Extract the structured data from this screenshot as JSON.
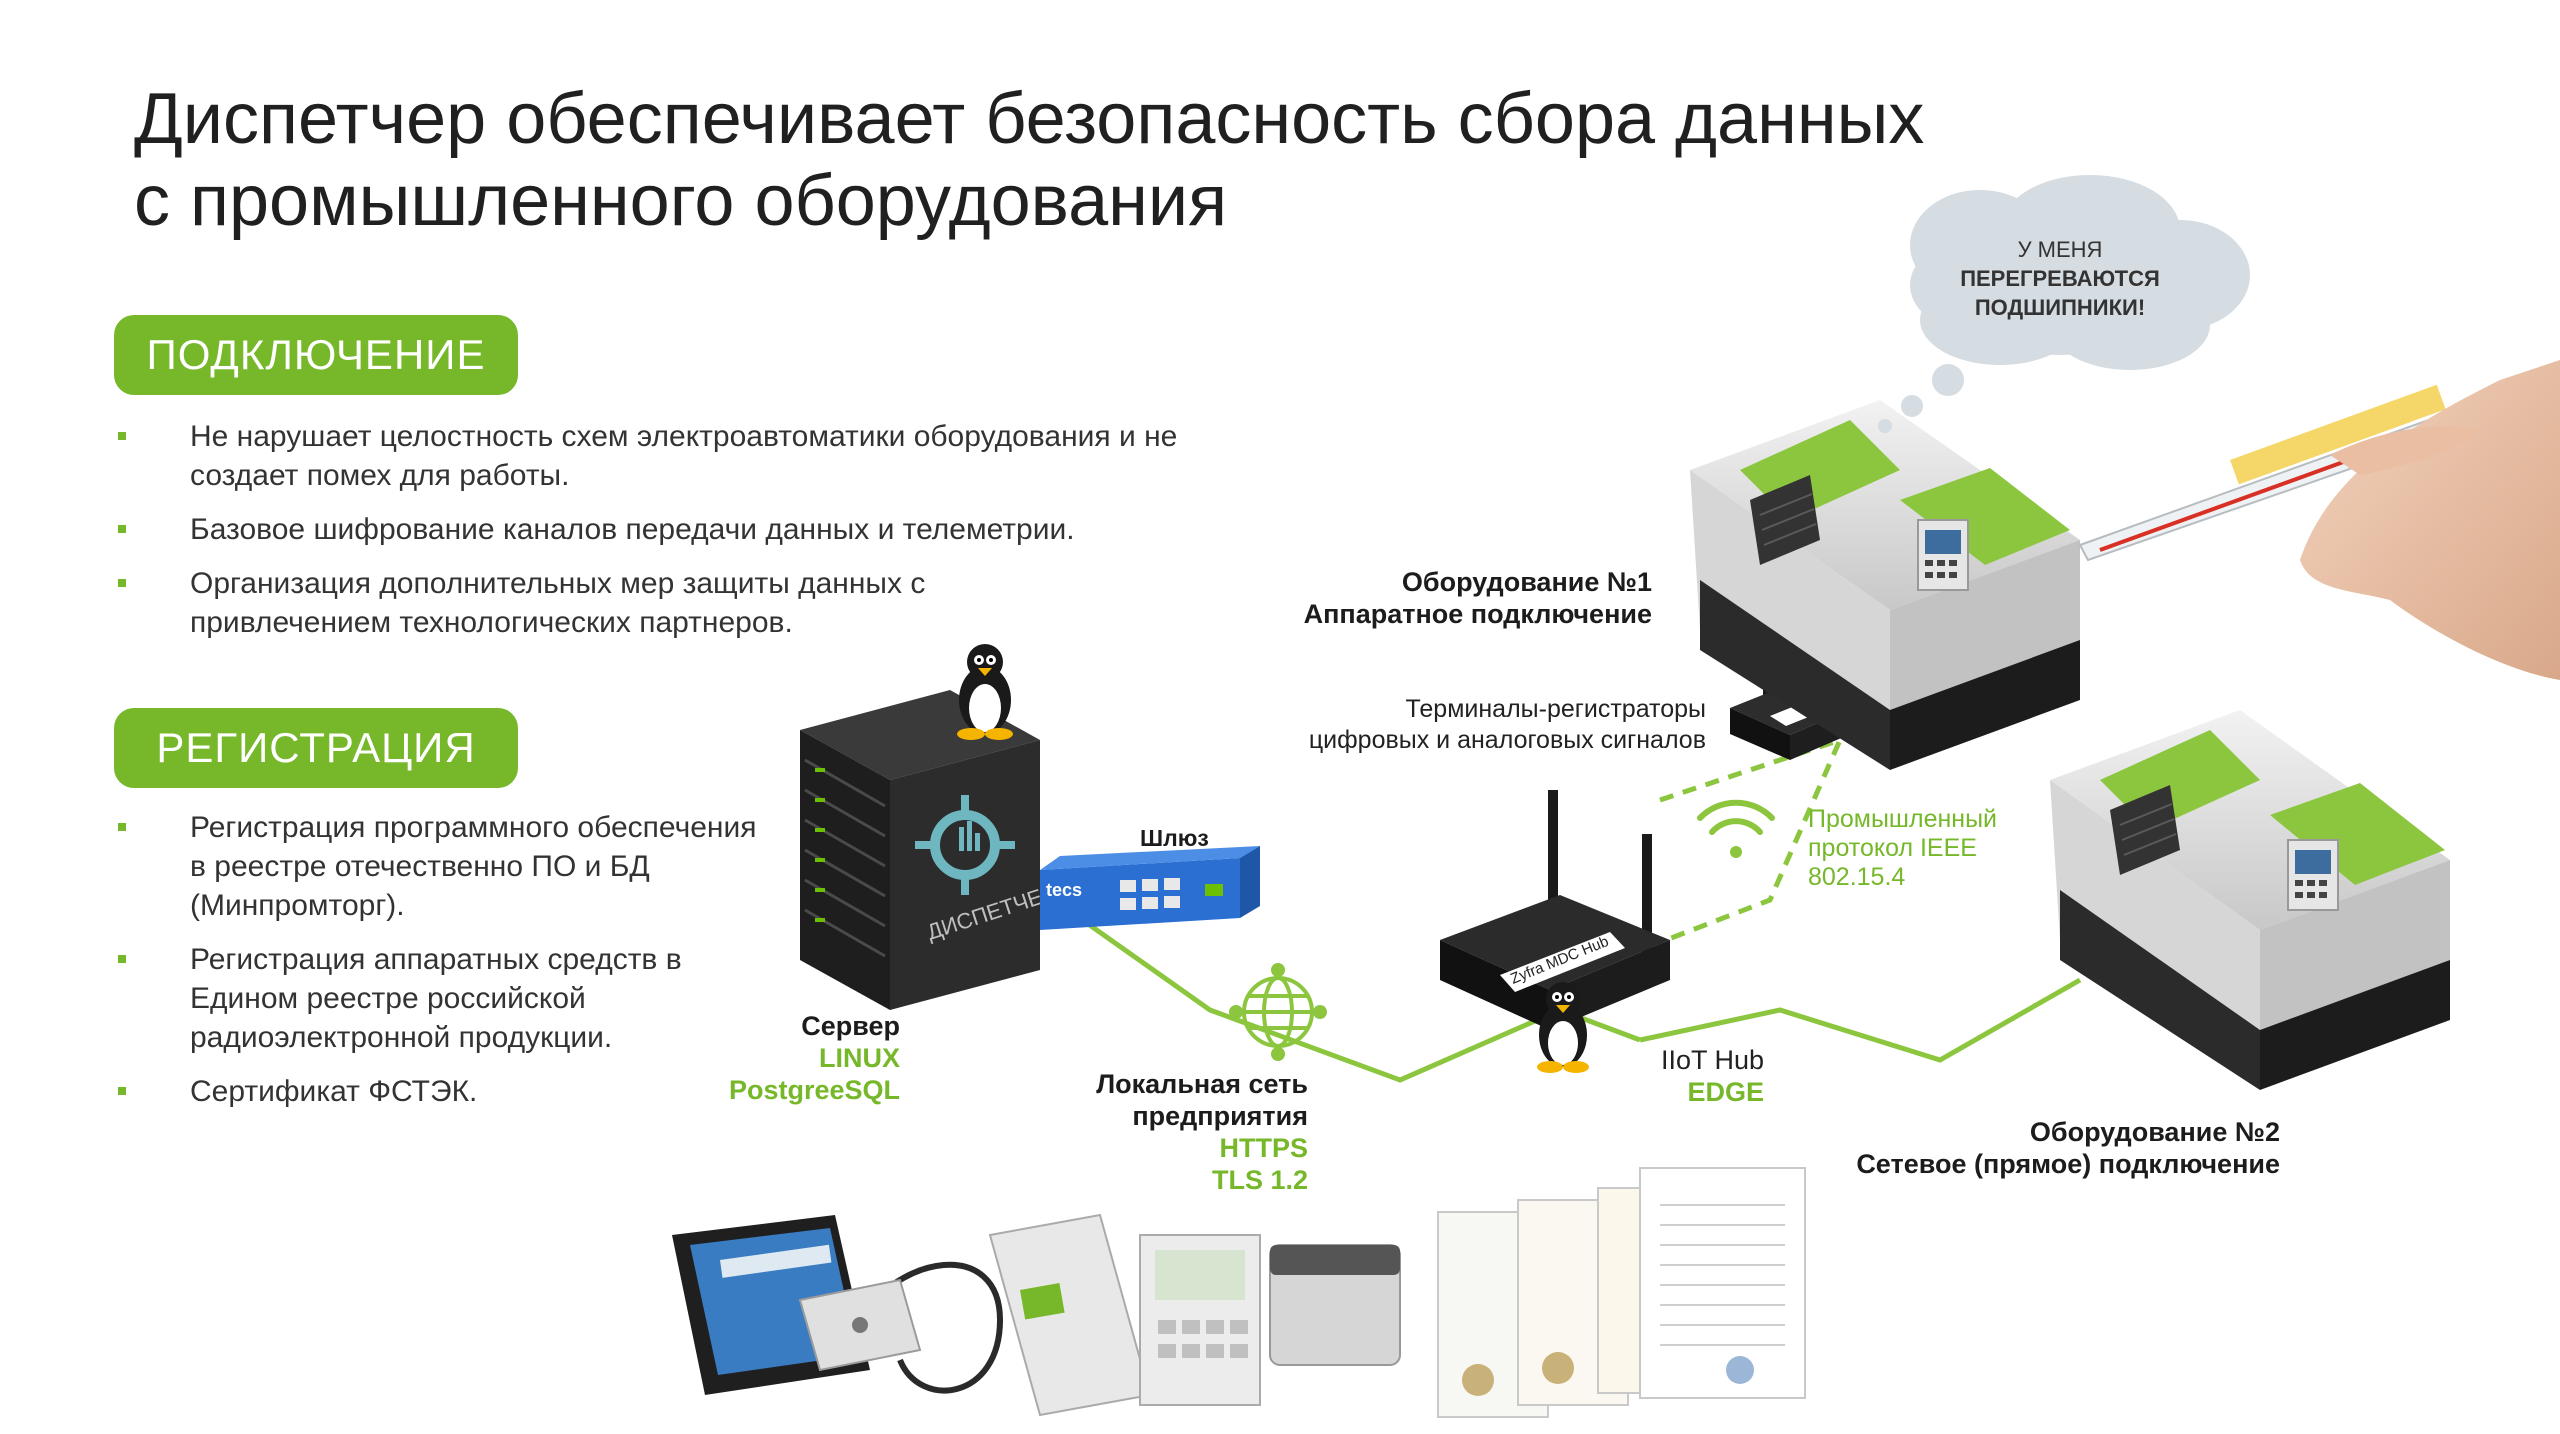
{
  "title": {
    "line1": "Диспетчер обеспечивает безопасность сбора данных",
    "line2": "с промышленного оборудования"
  },
  "sections": {
    "connection": {
      "label": "ПОДКЛЮЧЕНИЕ",
      "bullets": [
        "Не нарушает целостность схем электроавтоматики оборудования и не создает помех для работы.",
        "Базовое шифрование каналов передачи данных и телеметрии.",
        "Организация дополнительных мер защиты данных с привлечением технологических партнеров."
      ]
    },
    "registration": {
      "label": "РЕГИСТРАЦИЯ",
      "bullets": [
        "Регистрация программного обеспечения в реестре отечественно ПО и БД (Минпромторг).",
        "Регистрация аппаратных средств в Едином реестре российской радиоэлектронной продукции.",
        "Сертификат ФСТЭК."
      ]
    }
  },
  "diagram": {
    "cloud": {
      "line1": "У МЕНЯ",
      "line2": "ПЕРЕГРЕВАЮТСЯ",
      "line3": "ПОДШИПНИКИ!"
    },
    "equipment1": {
      "line1": "Оборудование №1",
      "line2": "Аппаратное подключение"
    },
    "terminals": {
      "line1": "Терминалы-регистраторы",
      "line2": "цифровых и аналоговых сигналов"
    },
    "protocol": {
      "line1": "Промышленный",
      "line2": "протокол IEEE",
      "line3": "802.15.4"
    },
    "gateway": {
      "label": "Шлюз"
    },
    "server": {
      "line1": "Сервер",
      "line2": "LINUX",
      "line3": "PostgreeSQL"
    },
    "lan": {
      "line1": "Локальная сеть",
      "line2": "предприятия",
      "line3": "HTTPS",
      "line4": "TLS 1.2"
    },
    "hub": {
      "line1": "IIoT Hub",
      "line2": "EDGE"
    },
    "equipment2": {
      "line1": "Оборудование №2",
      "line2": "Сетевое (прямое) подключение"
    },
    "server_brand": "ДИСПЕТЧЕР"
  },
  "colors": {
    "accent": "#76b82a",
    "text": "#333333",
    "machine_gray": "#d9d9d9",
    "machine_dark": "#2b2b2b"
  }
}
